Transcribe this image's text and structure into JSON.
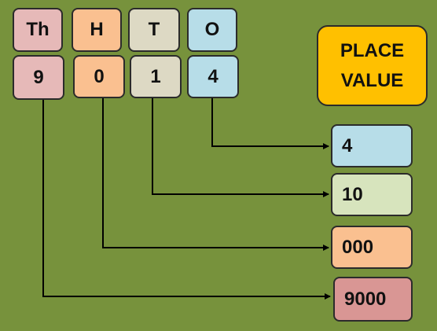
{
  "headers": [
    "Th",
    "H",
    "T",
    "O"
  ],
  "digits": [
    "9",
    "0",
    "1",
    "4"
  ],
  "title": [
    "PLACE",
    "VALUE"
  ],
  "place_values": [
    "4",
    "10",
    "000",
    "9000"
  ]
}
